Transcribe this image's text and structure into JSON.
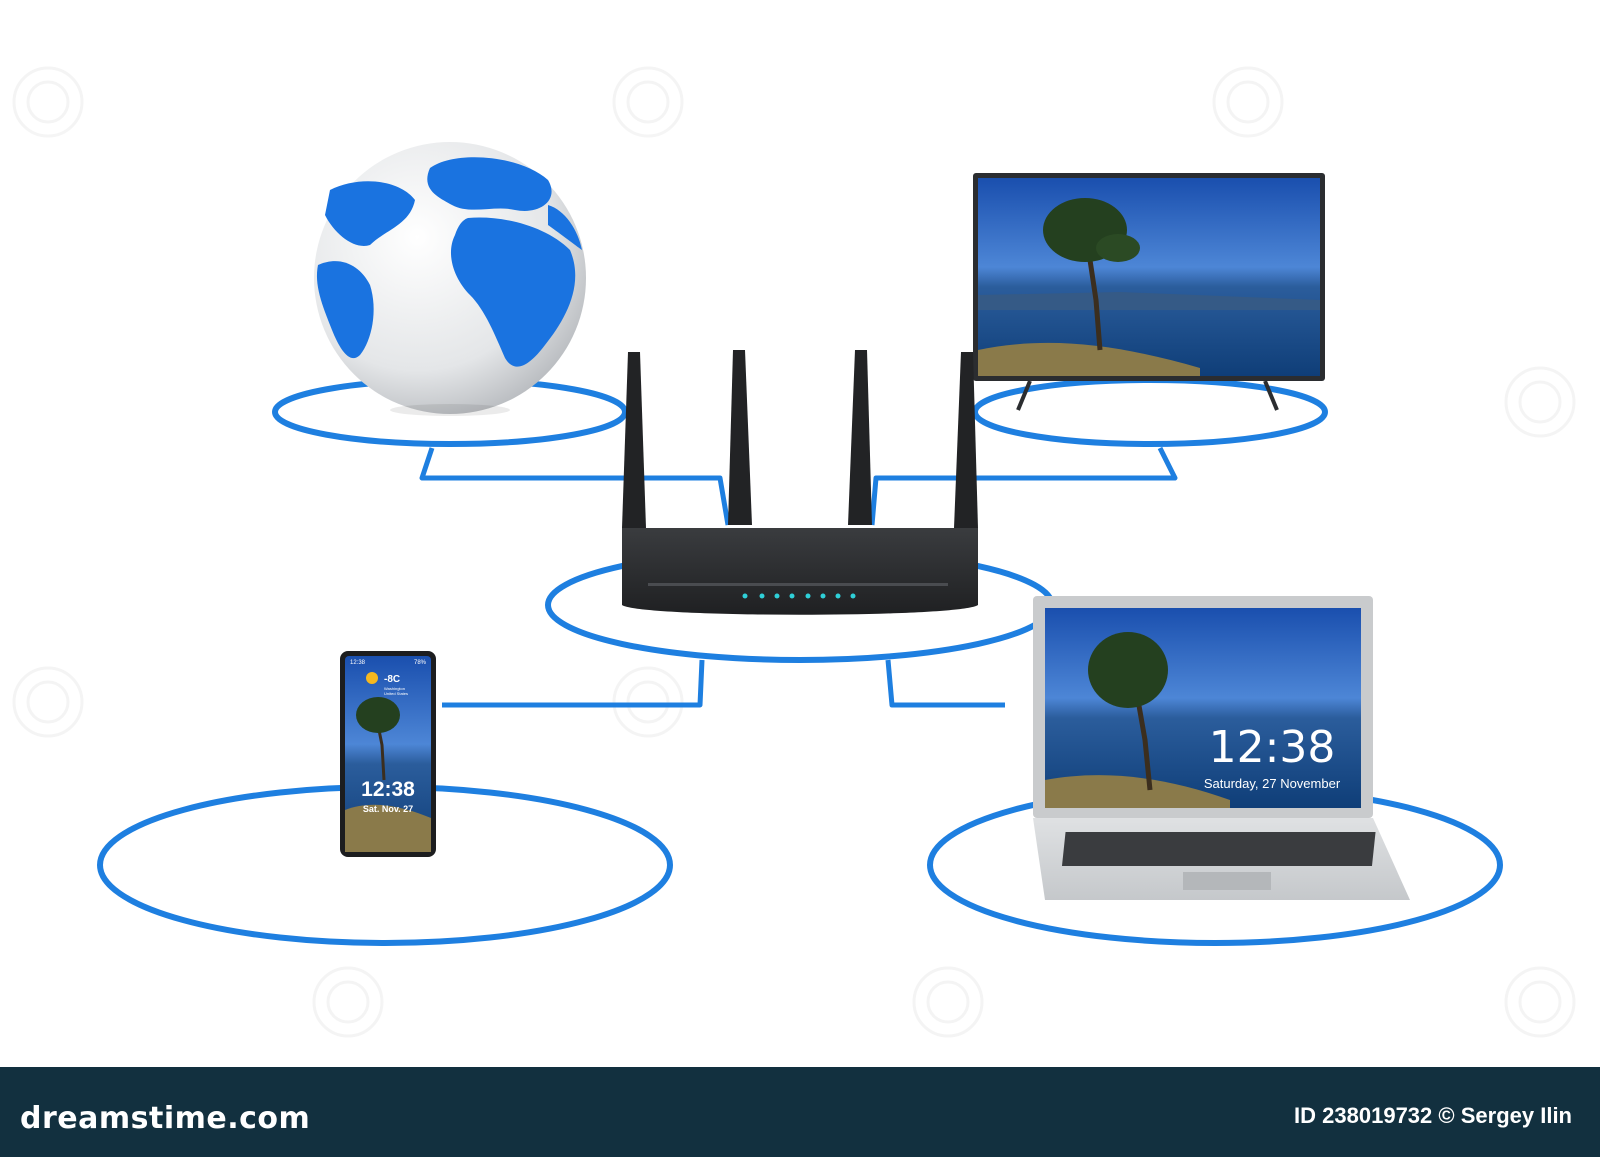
{
  "phone": {
    "status_time": "12:38",
    "status_battery": "78%",
    "temperature": "-8C",
    "location_line1": "Washington",
    "location_line2": "United States",
    "clock": "12:38",
    "date": "Sat. Nov. 27"
  },
  "laptop": {
    "clock": "12:38",
    "date": "Saturday, 27 November"
  },
  "footer": {
    "brand": "dreamstime.com",
    "id_label": "ID 238019732",
    "copyright": "© Sergey Ilin"
  },
  "colors": {
    "network_blue": "#1e7fe0",
    "globe_blue": "#1a73e0",
    "router": "#2a2c2e",
    "footer_bg": "#12303f"
  }
}
